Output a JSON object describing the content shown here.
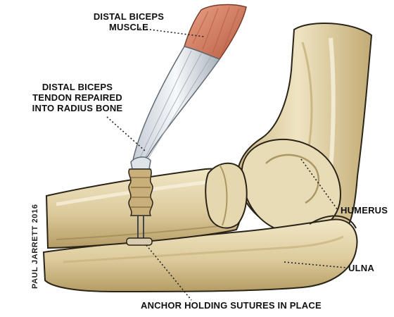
{
  "labels": {
    "muscle_line1": "DISTAL BICEPS",
    "muscle_line2": "MUSCLE",
    "tendon_line1": "DISTAL BICEPS",
    "tendon_line2": "TENDON REPAIRED",
    "tendon_line3": "INTO RADIUS BONE",
    "humerus": "HUMERUS",
    "ulna": "ULNA",
    "anchor": "ANCHOR HOLDING SUTURES IN PLACE"
  },
  "credit": "PAUL JARRETT 2016",
  "colors": {
    "bone_light": "#f1e7c6",
    "bone_mid": "#d9c798",
    "bone_dark": "#b49c63",
    "bone_outline": "#2a2418",
    "muscle": "#d98a6f",
    "muscle_dark": "#b85d43",
    "tendon": "#eef1f4",
    "tendon_shade": "#c4ccd4",
    "screw": "#c9b07a",
    "anchor": "#d8cdb0",
    "leader": "#222222"
  }
}
